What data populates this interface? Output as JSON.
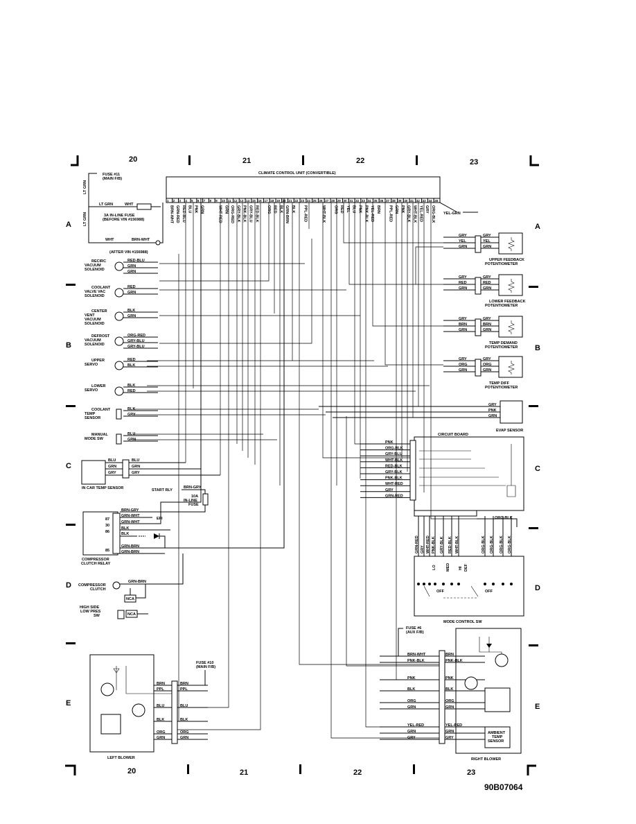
{
  "page": {
    "grid_top": [
      "20",
      "21",
      "22",
      "23"
    ],
    "grid_bottom": [
      "20",
      "21",
      "22",
      "23"
    ],
    "rows_left": [
      "A",
      "B",
      "C",
      "D",
      "E"
    ],
    "rows_right": [
      "A",
      "B",
      "C",
      "D",
      "E"
    ],
    "figure_id": "90B07064"
  },
  "ccu": {
    "title": "CLIMATE CONTROL UNIT (CONVERTIBLE)",
    "pins": [
      "1",
      "2",
      "3",
      "4",
      "5",
      "6",
      "7",
      "8",
      "9",
      "10",
      "11",
      "12",
      "13",
      "14",
      "15",
      "16",
      "17",
      "18",
      "19",
      "20",
      "21",
      "22",
      "23",
      "24",
      "25",
      "26",
      "27",
      "28",
      "29",
      "30",
      "31",
      "32",
      "33",
      "34",
      "35",
      "36",
      "37",
      "38",
      "39",
      "40",
      "41",
      "42",
      "43",
      "44",
      "45"
    ],
    "wires": [
      "BRN-WHT",
      "GRN-RED",
      "RED-BLU",
      "BLU",
      "PNK",
      "GRN",
      "",
      "",
      "WHT-RED",
      "GRN",
      "ORG-RED",
      "GRY-BLK",
      "PNK-BLK",
      "GRY-BLU",
      "RED-BLK",
      "",
      "ORG",
      "RED",
      "BLK",
      "GRN-BRN",
      "BLK",
      "",
      "PPL-RED",
      "",
      "",
      "WHT-BLK",
      "",
      "ORG",
      "RED",
      "YEL",
      "BLU",
      "PNK",
      "PNK-BLK",
      "YEL-RED",
      "BRN",
      "",
      "PPL-RED",
      "GRN",
      "PNK",
      "GRY-BLK",
      "WHT-BLK",
      "YEL-RED",
      "GRY",
      "ORG-BLK",
      ""
    ],
    "pin45_wire": "YEL-GRN"
  },
  "fuse11": {
    "label": "FUSE #11",
    "sub": "(MAIN F/B)",
    "wire_vertical": "LT GRN",
    "wire_left": "LT GRN",
    "wire_top": "WHT"
  },
  "inline_fuse3a": {
    "label": "3A IN-LINE FUSE",
    "sub": "(BEFORE VIN #156988)"
  },
  "after_vin": {
    "label": "(AFTER VIN #156988)",
    "wire_a": "WHT",
    "wire_b": "BRN-WHT"
  },
  "left_components": [
    {
      "name": "RECIRC VACUUM SOLENOID",
      "lines": [
        "RECIRC",
        "VACUUM",
        "SOLENOID"
      ],
      "wires": [
        "RED-BLU",
        "GRN",
        "GRN"
      ]
    },
    {
      "name": "COOLANT VALVE VAC SOLENOID",
      "lines": [
        "COOLANT",
        "VALVE VAC",
        "SOLENOID"
      ],
      "wires": [
        "RED",
        "GRN"
      ]
    },
    {
      "name": "CENTER VENT VACUUM SOLENOID",
      "lines": [
        "CENTER",
        "VENT",
        "VACUUM",
        "SOLENOID"
      ],
      "wires": [
        "BLK",
        "GRN"
      ]
    },
    {
      "name": "DEFROST VACUUM SOLENOID",
      "lines": [
        "DEFROST",
        "VACUUM",
        "SOLENOID"
      ],
      "wires": [
        "ORG-RED",
        "GRY-BLU",
        "GRY-BLU"
      ]
    },
    {
      "name": "UPPER SERVO",
      "lines": [
        "UPPER",
        "SERVO"
      ],
      "wires": [
        "RED",
        "BLK"
      ]
    },
    {
      "name": "LOWER SERVO",
      "lines": [
        "LOWER",
        "SERVO"
      ],
      "wires": [
        "BLK",
        "RED"
      ]
    },
    {
      "name": "COOLANT TEMP SENSOR",
      "lines": [
        "COOLANT",
        "TEMP",
        "SENSOR"
      ],
      "wires": [
        "BLK",
        "GRY"
      ]
    },
    {
      "name": "MANUAL MODE SW",
      "lines": [
        "MANUAL",
        "MODE SW"
      ],
      "wires": [
        "BLU",
        "GRN"
      ]
    }
  ],
  "in_car_sensor": {
    "label": "IN CAR TEMP SENSOR",
    "wires": [
      "BLU",
      "GRN",
      "GRY"
    ]
  },
  "start_rly": {
    "label": "START RLY",
    "wire": "BRN-GRY"
  },
  "fuse10a": {
    "lines": [
      "10A",
      "IN-LINE",
      "FUSE"
    ]
  },
  "compressor_relay": {
    "label": "COMPRESSOR",
    "label2": "CLUTCH RELAY",
    "pins": [
      "87",
      "30",
      "86",
      "85"
    ],
    "wires": [
      "BRN-GRY",
      "GRN-WHT",
      "GRN-WHT",
      "BLK",
      "BLK",
      "GRN-BRN",
      "GRN-BRN"
    ],
    "efi": "EFI"
  },
  "compressor_clutch": {
    "lines": [
      "COMPRESSOR",
      "CLUTCH"
    ],
    "wire": "GRN-BRN",
    "nca": "NCA"
  },
  "high_side": {
    "lines": [
      "HIGH SIDE",
      "LOW PRES",
      "SW"
    ],
    "nca": "NCA"
  },
  "right_pots": [
    {
      "lines": [
        "UPPER FEEDBACK",
        "POTENTIOMETER"
      ],
      "wires": [
        "GRY",
        "YEL",
        "GRN"
      ]
    },
    {
      "lines": [
        "LOWER FEEDBACK",
        "POTENTIOMETER"
      ],
      "wires": [
        "GRY",
        "RED",
        "GRN"
      ]
    },
    {
      "lines": [
        "TEMP DEMAND",
        "POTENTIOMETER"
      ],
      "wires": [
        "GRY",
        "BRN",
        "GRN"
      ]
    },
    {
      "lines": [
        "TEMP DIFF",
        "POTENTIOMETER"
      ],
      "wires": [
        "GRY",
        "ORG",
        "GRN"
      ]
    }
  ],
  "evap": {
    "label": "EVAP SENSOR",
    "wires": [
      "GRY",
      "PNK",
      "GRN"
    ]
  },
  "circuit_board": {
    "label": "CIRCUIT BOARD",
    "wires": [
      "PNK",
      "ORG-BLK",
      "GRY-BLU",
      "WHT-BLK",
      "RED-BLK",
      "GRY-BLK",
      "PNK-BLK",
      "WHT-RED",
      "GRY",
      "GRN-RED"
    ],
    "right_wire": "ORG-BLK"
  },
  "mode_sw": {
    "label": "MODE CONTROL SW",
    "wires": [
      "GRN-RED",
      "GRY",
      "WHT-RED",
      "PNK-BLK",
      "GRY-BLK",
      "RED-BLK",
      "WHT-BLK",
      "ORG-BLK",
      "ORG-BLK",
      "ORG-BLK",
      "ORG-BLK"
    ],
    "positions": [
      "LO",
      "MED",
      "HI",
      "DEF"
    ],
    "off_a": "OFF",
    "off_b": "OFF"
  },
  "fuse6": {
    "label": "FUSE #6",
    "sub": "(AUX F/B)"
  },
  "fuse10": {
    "label": "FUSE #10",
    "sub": "(MAIN F/B)"
  },
  "left_blower": {
    "label": "LEFT BLOWER",
    "wires": [
      "BRN",
      "PPL",
      "BLU",
      "BLK",
      "ORG",
      "GRN"
    ]
  },
  "right_blower": {
    "label": "RIGHT BLOWER",
    "wires_left": [
      "BRN-WHT",
      "PNK-BLK",
      "PNK",
      "BLK",
      "ORG",
      "GRN",
      "YEL-RED",
      "GRN",
      "GRY"
    ],
    "wires_right": [
      "BRN",
      "PNK-BLK",
      "PNK",
      "BLK",
      "ORG",
      "GRN",
      "YEL-RED",
      "GRN",
      "GRY"
    ]
  },
  "ambient": {
    "lines": [
      "AMBIENT",
      "TEMP",
      "SENSOR"
    ]
  }
}
